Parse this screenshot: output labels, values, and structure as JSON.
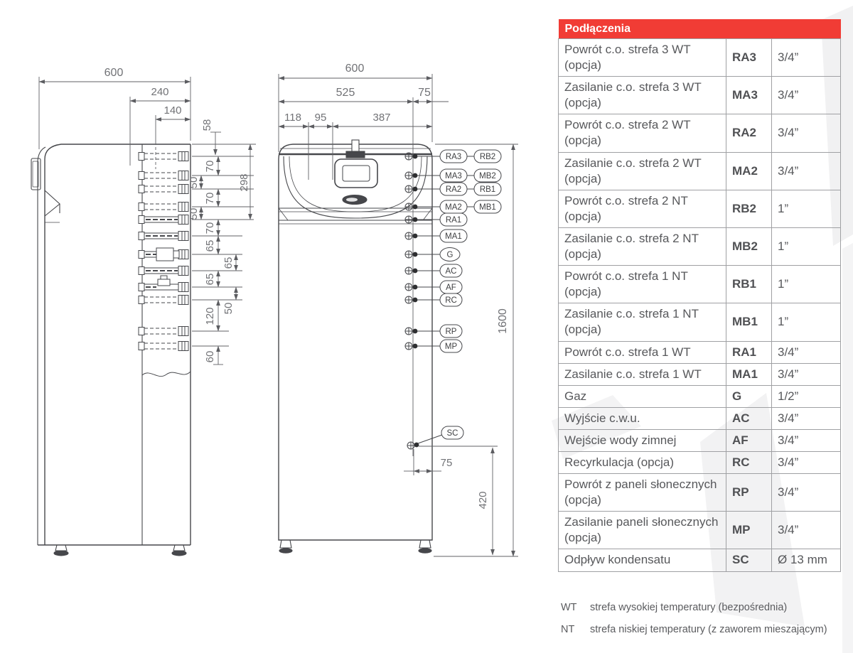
{
  "colors": {
    "accent": "#f13c35",
    "table_text": "#57585b",
    "grid": "#9fa0a3",
    "line": "#46474b",
    "dim": "#717276"
  },
  "table": {
    "header": "Podłączenia",
    "rows": [
      {
        "desc": "Powrót c.o. strefa 3 WT (opcja)",
        "code": "RA3",
        "size": "3/4”"
      },
      {
        "desc": "Zasilanie c.o. strefa 3 WT (opcja)",
        "code": "MA3",
        "size": "3/4”"
      },
      {
        "desc": "Powrót c.o. strefa 2 WT (opcja)",
        "code": "RA2",
        "size": "3/4”"
      },
      {
        "desc": "Zasilanie c.o. strefa 2 WT (opcja)",
        "code": "MA2",
        "size": "3/4”"
      },
      {
        "desc": "Powrót c.o. strefa 2 NT (opcja)",
        "code": "RB2",
        "size": "1”"
      },
      {
        "desc": "Zasilanie c.o. strefa 2 NT (opcja)",
        "code": "MB2",
        "size": "1”"
      },
      {
        "desc": "Powrót c.o. strefa 1 NT (opcja)",
        "code": "RB1",
        "size": "1”"
      },
      {
        "desc": "Zasilanie c.o. strefa 1 NT (opcja)",
        "code": "MB1",
        "size": "1”"
      },
      {
        "desc": "Powrót c.o. strefa 1 WT",
        "code": "RA1",
        "size": "3/4”"
      },
      {
        "desc": "Zasilanie c.o. strefa 1 WT",
        "code": "MA1",
        "size": "3/4”"
      },
      {
        "desc": "Gaz",
        "code": "G",
        "size": "1/2”"
      },
      {
        "desc": "Wyjście c.w.u.",
        "code": "AC",
        "size": "3/4”"
      },
      {
        "desc": "Wejście wody zimnej",
        "code": "AF",
        "size": "3/4”"
      },
      {
        "desc": "Recyrkulacja (opcja)",
        "code": "RC",
        "size": "3/4”"
      },
      {
        "desc": "Powrót z paneli słonecznych (opcja)",
        "code": "RP",
        "size": "3/4”"
      },
      {
        "desc": "Zasilanie paneli słonecznych (opcja)",
        "code": "MP",
        "size": "3/4”"
      },
      {
        "desc": "Odpływ kondensatu",
        "code": "SC",
        "size": "Ø 13 mm"
      }
    ]
  },
  "footnotes": [
    {
      "code": "WT",
      "text": "strefa wysokiej temperatury (bezpośrednia)"
    },
    {
      "code": "NT",
      "text": "strefa niskiej temperatury (z zaworem mieszającym)"
    }
  ],
  "side_view": {
    "overall_width": "600",
    "dim_240": "240",
    "dim_140": "140",
    "dim_58": "58",
    "dim_298": "298",
    "chain": [
      "70",
      "50",
      "70",
      "50",
      "70",
      "65",
      "65",
      "65",
      "50",
      "120",
      "60"
    ]
  },
  "front_view": {
    "overall_width": "600",
    "dim_525": "525",
    "dim_75_top": "75",
    "dim_118": "118",
    "dim_95": "95",
    "dim_387": "387",
    "dim_1600": "1600",
    "dim_420": "420",
    "dim_75_bottom": "75",
    "labels": {
      "col1": [
        "RA3",
        "MA3",
        "RA2",
        "MA2",
        "RA1",
        "MA1",
        "G",
        "AC",
        "AF",
        "RC",
        "RP",
        "MP"
      ],
      "col2": [
        "RB2",
        "MB2",
        "RB1",
        "MB1"
      ],
      "sc": "SC"
    }
  }
}
